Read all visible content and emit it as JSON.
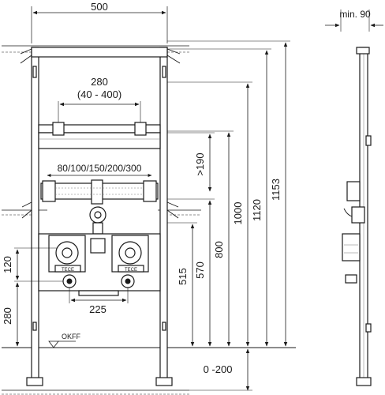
{
  "dimensions": {
    "top_width": "500",
    "side_min": "min. 90",
    "bar_range_main": "280",
    "bar_range_sub": "(40 - 400)",
    "rail_options": "80/100/150/200/300",
    "min_190": ">190",
    "v1153": "1153",
    "v1120": "1120",
    "v1000": "1000",
    "v800": "800",
    "v570": "570",
    "v515": "515",
    "v120": "120",
    "v280": "280",
    "h225": "225",
    "floor_adjust": "0 -200",
    "floor_label": "OKFF"
  },
  "brand_text": "TECE",
  "colors": {
    "line": "#1a1a1a",
    "hatch": "#555555",
    "fill": "#ffffff"
  }
}
